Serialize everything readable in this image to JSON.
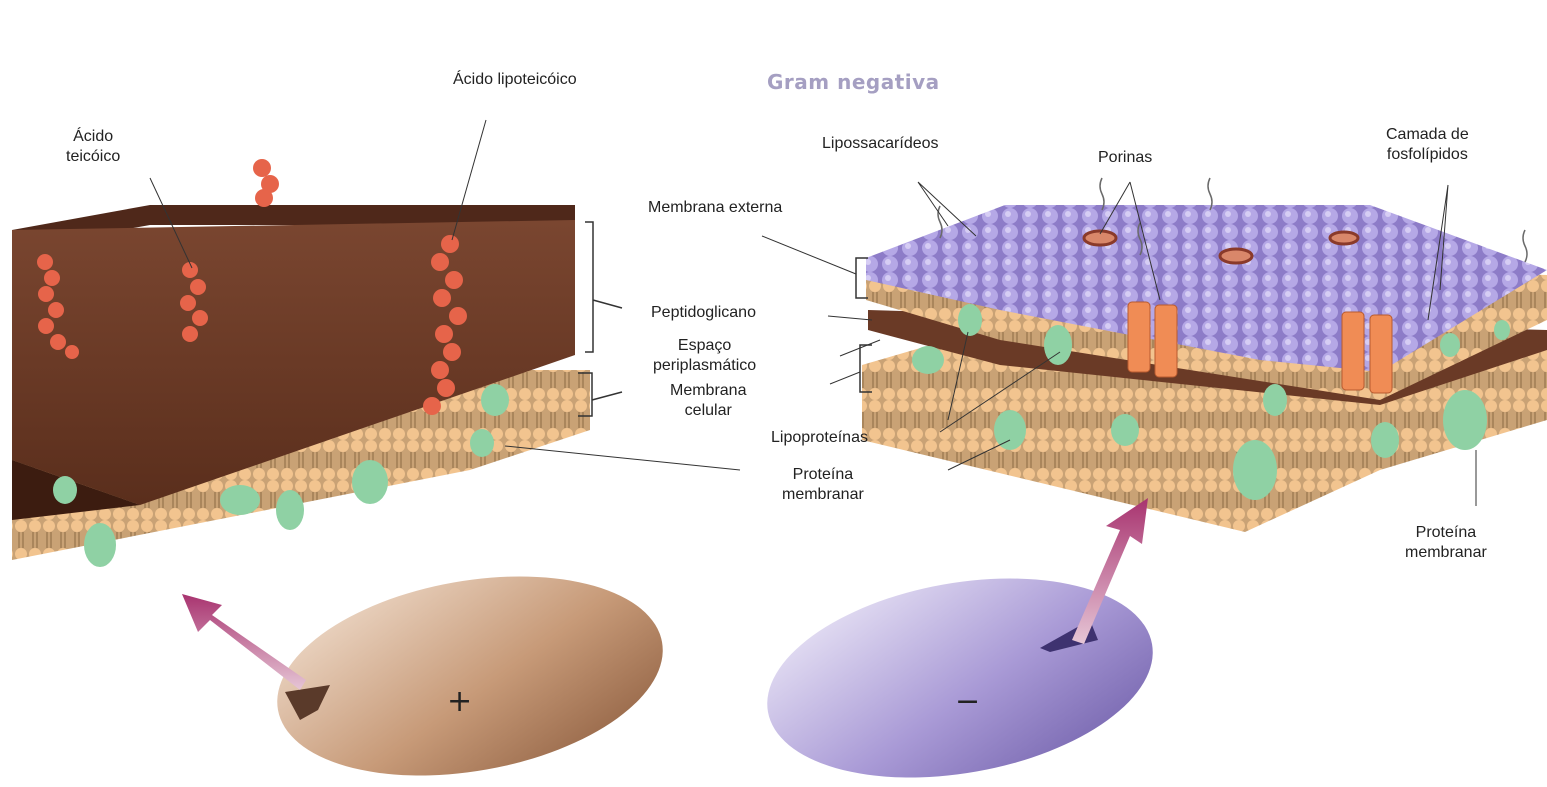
{
  "title": "Gram negativa",
  "colors": {
    "gram_positive_wall": "#6a3a26",
    "gram_negative_outer": "#9b8cd6",
    "lipid_heads": "#f2c48f",
    "protein": "#8fd1a4",
    "teichoic_acid": "#e6644a",
    "porin": "#f08c55",
    "arrow": "#a8336f"
  },
  "labels": {
    "acido_teicoico": "Ácido\nteicóico",
    "acido_lipoteicoico": "Ácido lipoteicóico",
    "lipossacarideos": "Lipossacarídeos",
    "porinas": "Porinas",
    "camada_fosfolipidos": "Camada de\nfosfolípidos",
    "membrana_externa": "Membrana externa",
    "peptidoglicano": "Peptidoglicano",
    "espaco_periplasmatico": "Espaço\nperiplasmático",
    "membrana_celular": "Membrana\ncelular",
    "lipoproteinas": "Lipoproteínas",
    "proteina_membranar_center": "Proteína\nmembranar",
    "proteina_membranar_right": "Proteína\nmembranar"
  },
  "cells": {
    "positive_sign": "+",
    "negative_sign": "−"
  }
}
